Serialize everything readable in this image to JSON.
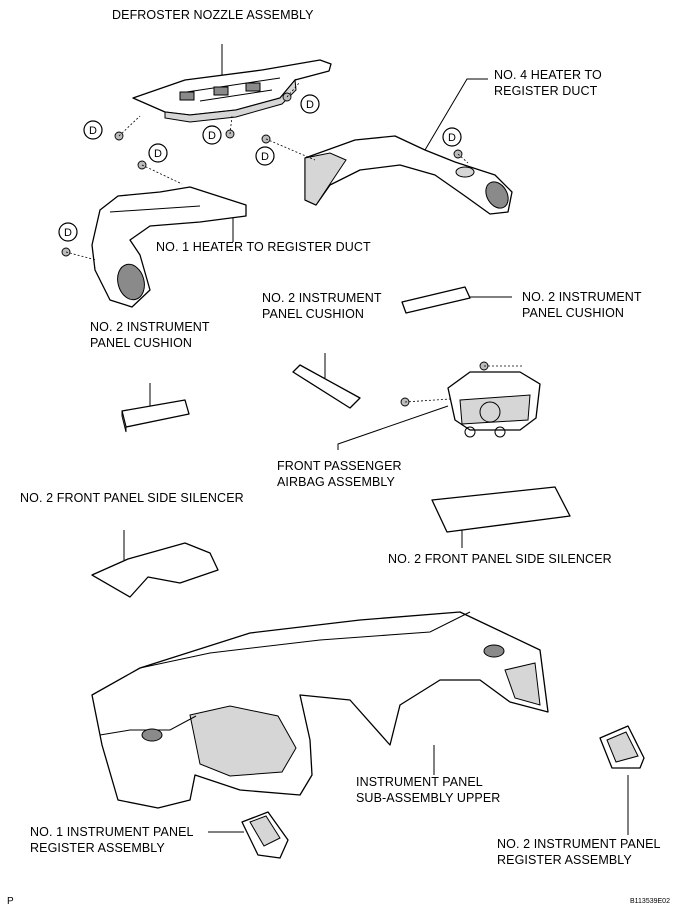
{
  "labels": {
    "defroster": "DEFROSTER NOZZLE ASSEMBLY",
    "duct4": "NO. 4 HEATER TO\nREGISTER DUCT",
    "duct1": "NO. 1 HEATER TO REGISTER DUCT",
    "cushion_left": "NO. 2 INSTRUMENT\nPANEL CUSHION",
    "cushion_center": "NO. 2 INSTRUMENT\nPANEL CUSHION",
    "cushion_right": "NO. 2 INSTRUMENT\nPANEL CUSHION",
    "airbag": "FRONT PASSENGER\nAIRBAG ASSEMBLY",
    "silencer_left": "NO. 2 FRONT PANEL SIDE SILENCER",
    "silencer_right": "NO. 2 FRONT PANEL SIDE SILENCER",
    "panel_upper": "INSTRUMENT PANEL\nSUB-ASSEMBLY UPPER",
    "register1": "NO. 1 INSTRUMENT PANEL\nREGISTER ASSEMBLY",
    "register2": "NO. 2 INSTRUMENT PANEL\nREGISTER ASSEMBLY"
  },
  "marker_letter": "D",
  "page_code": "P",
  "figure_code": "B113539E02"
}
